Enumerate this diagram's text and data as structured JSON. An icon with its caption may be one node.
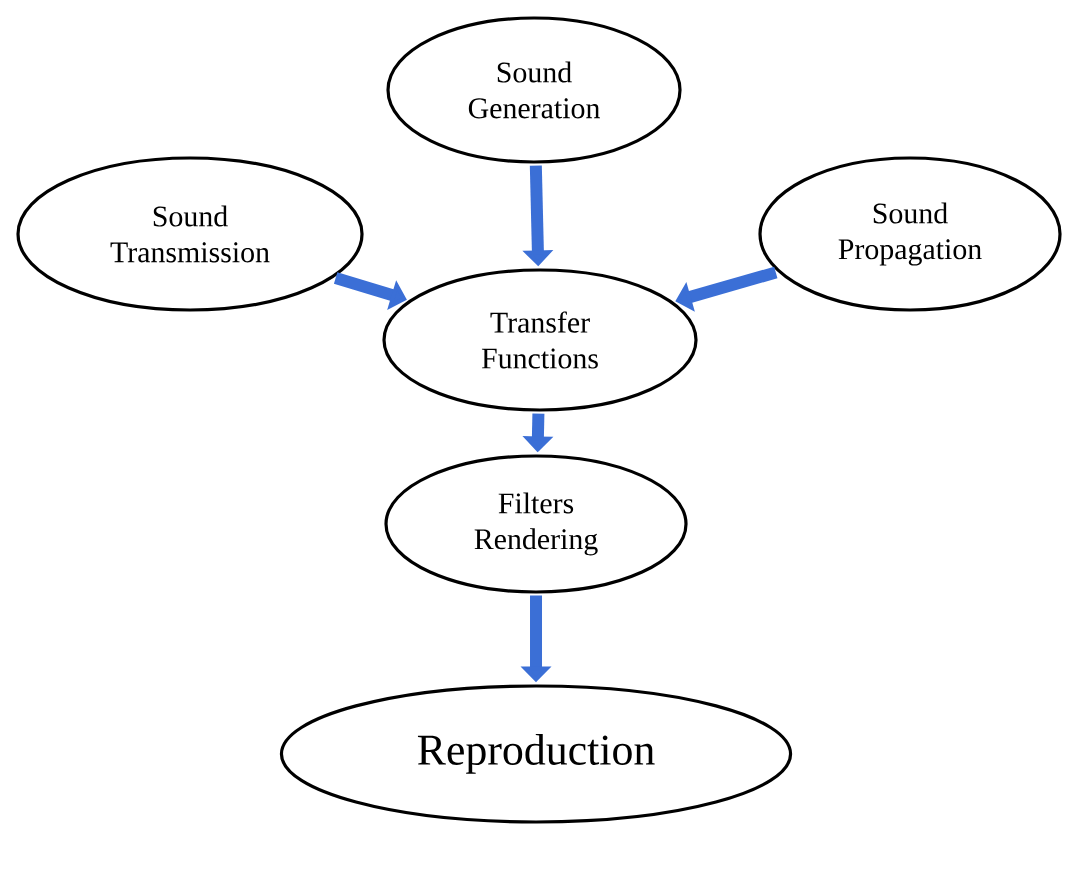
{
  "diagram": {
    "nodes": [
      {
        "text": [
          "Sound Generation"
        ]
      },
      {
        "text": [
          "Sound Transmission"
        ]
      },
      {
        "text": [
          "Sound Propagation"
        ]
      },
      {
        "text": [
          "Transfer Functions"
        ]
      },
      {
        "text": [
          "Filters Rendering"
        ]
      },
      {
        "text": [
          "Reproduction"
        ]
      }
    ],
    "edges": [
      {
        "from": 0,
        "to": 3,
        "arrow": "to"
      },
      {
        "from": 1,
        "to": 3,
        "arrow": "to"
      },
      {
        "from": 2,
        "to": 3,
        "arrow": "to"
      },
      {
        "from": 3,
        "to": 4,
        "arrow": "to"
      },
      {
        "from": 4,
        "to": 5,
        "arrow": "to"
      }
    ]
  }
}
